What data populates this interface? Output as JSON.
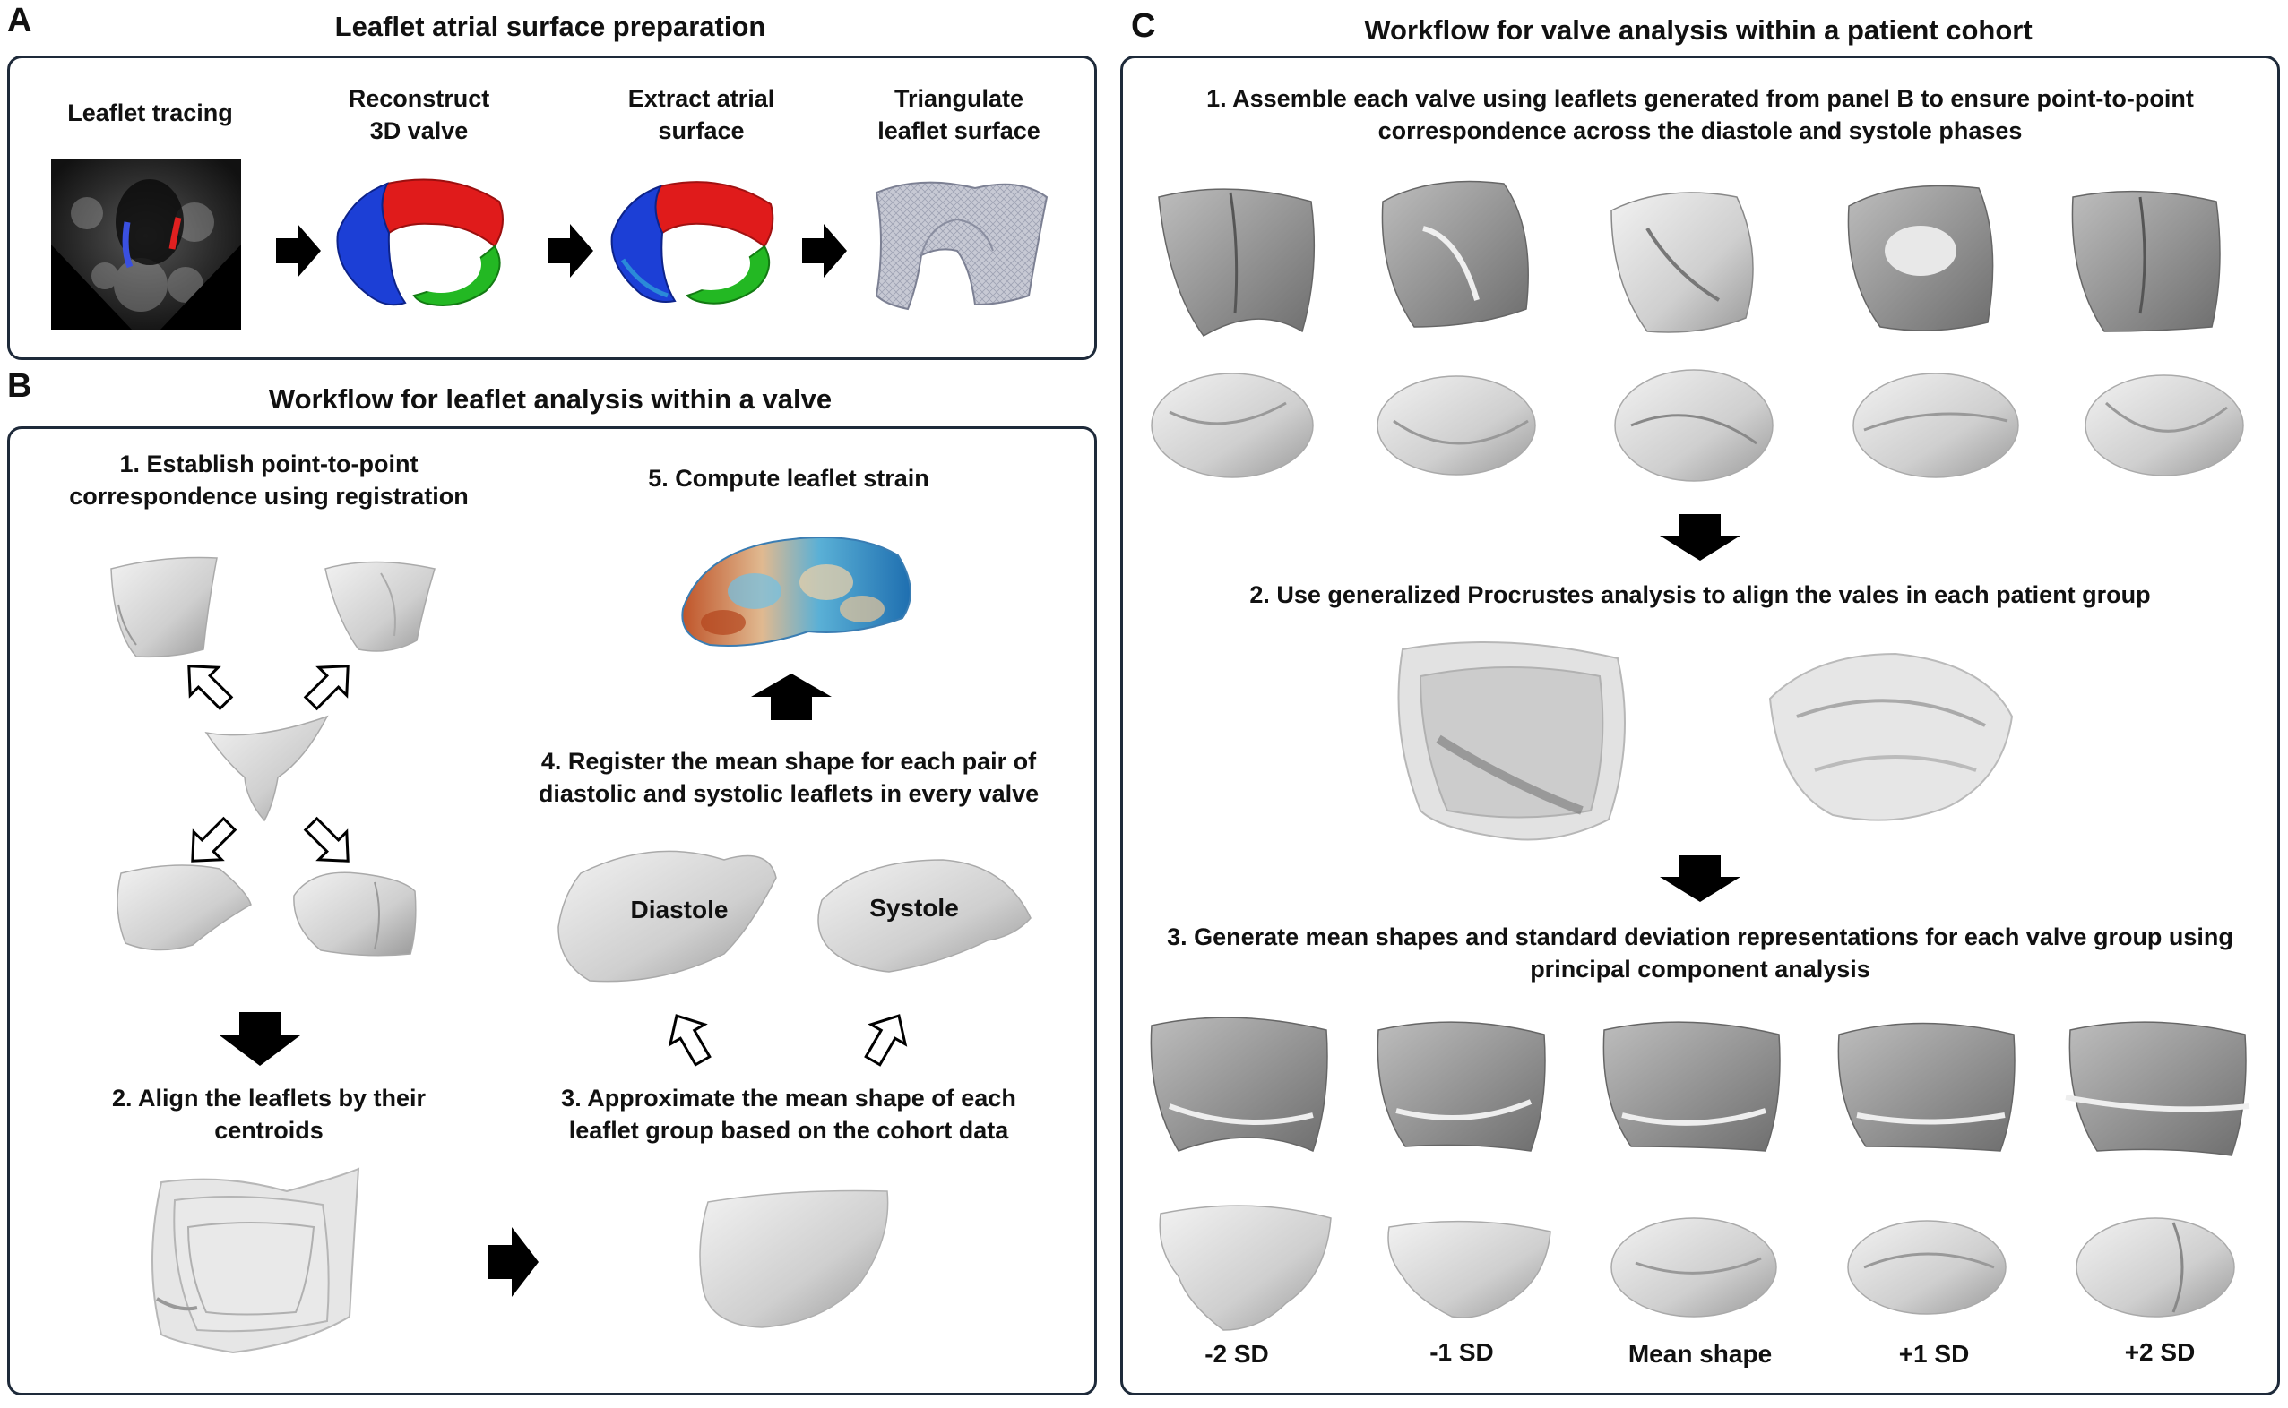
{
  "panel_a": {
    "letter": "A",
    "title": "Leaflet atrial surface preparation",
    "steps": [
      {
        "lines": [
          "Leaflet tracing"
        ]
      },
      {
        "lines": [
          "Reconstruct",
          "3D valve"
        ]
      },
      {
        "lines": [
          "Extract atrial",
          "surface"
        ]
      },
      {
        "lines": [
          "Triangulate",
          "leaflet surface"
        ]
      }
    ]
  },
  "panel_b": {
    "letter": "B",
    "title": "Workflow for leaflet analysis within a valve",
    "step1": [
      "1. Establish point-to-point",
      "correspondence using registration"
    ],
    "step2": [
      "2. Align the leaflets by their",
      "centroids"
    ],
    "step3": [
      "3. Approximate the mean shape of each",
      "leaflet group based on the cohort data"
    ],
    "step4": [
      "4. Register the mean shape for each pair of",
      "diastolic and systolic leaflets in every valve"
    ],
    "step5": [
      "5. Compute leaflet strain"
    ],
    "diastole": "Diastole",
    "systole": "Systole"
  },
  "panel_c": {
    "letter": "C",
    "title": "Workflow for valve analysis within a patient cohort",
    "step1": [
      "1. Assemble each valve using leaflets generated from panel B to ensure point-to-point",
      "correspondence across the diastole and systole phases"
    ],
    "step2": [
      "2. Use generalized Procrustes analysis to align the vales  in each patient group"
    ],
    "step3": [
      "3. Generate mean shapes and standard deviation representations for each valve group using",
      "principal component analysis"
    ],
    "sd_labels": [
      "-2 SD",
      "-1 SD",
      "Mean shape",
      "+1 SD",
      "+2 SD"
    ]
  },
  "colors": {
    "border": "#1e2a3a",
    "leaflet_red": "#e01b1b",
    "leaflet_blue": "#1c3fd6",
    "leaflet_green": "#23b823",
    "mesh_gray": "#c9c9c9",
    "arrow_black": "#000000"
  }
}
